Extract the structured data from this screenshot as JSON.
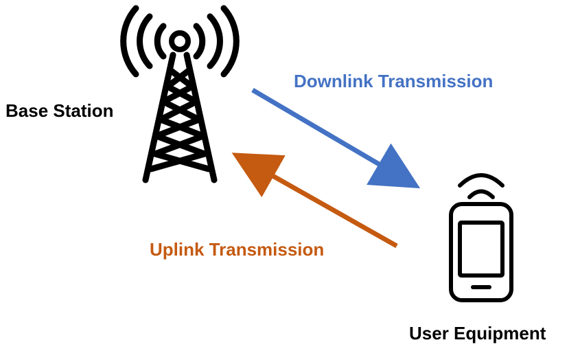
{
  "labels": {
    "base_station": "Base Station",
    "user_equipment": "User Equipment",
    "downlink": "Downlink Transmission",
    "uplink": "Uplink Transmission"
  },
  "colors": {
    "downlink": "#4472C4",
    "uplink": "#C55A11",
    "icon": "#000000"
  },
  "icons": [
    "cell-tower-icon",
    "mobile-phone-icon"
  ]
}
